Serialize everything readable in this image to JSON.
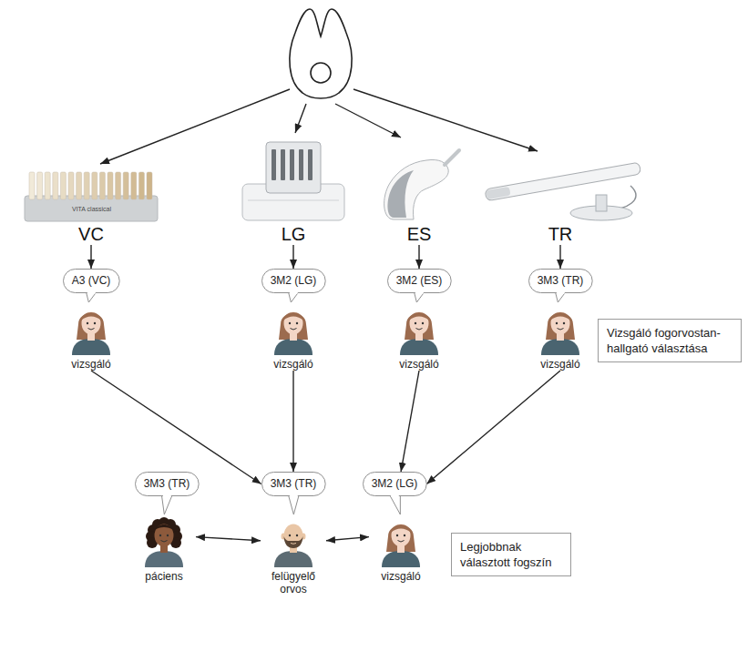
{
  "diagram": {
    "nodes": [
      {
        "text": [
          "VC"
        ]
      },
      {
        "text": [
          "LG"
        ]
      },
      {
        "text": [
          "ES"
        ]
      },
      {
        "text": [
          "TR"
        ]
      },
      {
        "text": [
          "A3 (VC)"
        ]
      },
      {
        "text": [
          "3M2 (LG)"
        ]
      },
      {
        "text": [
          "3M2 (ES)"
        ]
      },
      {
        "text": [
          "3M3 (TR)"
        ]
      },
      {
        "text": [
          "vizsgáló"
        ]
      },
      {
        "text": [
          "vizsgáló"
        ]
      },
      {
        "text": [
          "vizsgáló"
        ]
      },
      {
        "text": [
          "vizsgáló"
        ]
      },
      {
        "text": [
          "Vizsgáló fogorvostan-hallgató választása"
        ]
      },
      {
        "text": [
          "3M3 (TR)"
        ]
      },
      {
        "text": [
          "3M3 (TR)"
        ]
      },
      {
        "text": [
          "3M2 (LG)"
        ]
      },
      {
        "text": [
          "páciens"
        ]
      },
      {
        "text": [
          "felügyelő orvos"
        ]
      },
      {
        "text": [
          "vizsgáló"
        ]
      },
      {
        "text": [
          "Legjobbnak választott fogszín"
        ]
      }
    ],
    "edges": [
      {
        "from": 0,
        "to": 4,
        "arrow": "to"
      },
      {
        "from": 1,
        "to": 5,
        "arrow": "to"
      },
      {
        "from": 2,
        "to": 6,
        "arrow": "to"
      },
      {
        "from": 3,
        "to": 7,
        "arrow": "to"
      },
      {
        "from": 8,
        "to": 14,
        "arrow": "to"
      },
      {
        "from": 9,
        "to": 14,
        "arrow": "to"
      },
      {
        "from": 10,
        "to": 15,
        "arrow": "to"
      },
      {
        "from": 11,
        "to": 15,
        "arrow": "to"
      },
      {
        "from": 16,
        "to": 17,
        "arrow": "both"
      },
      {
        "from": 17,
        "to": 18,
        "arrow": "both"
      }
    ],
    "labels": [
      "VITA classical"
    ]
  }
}
